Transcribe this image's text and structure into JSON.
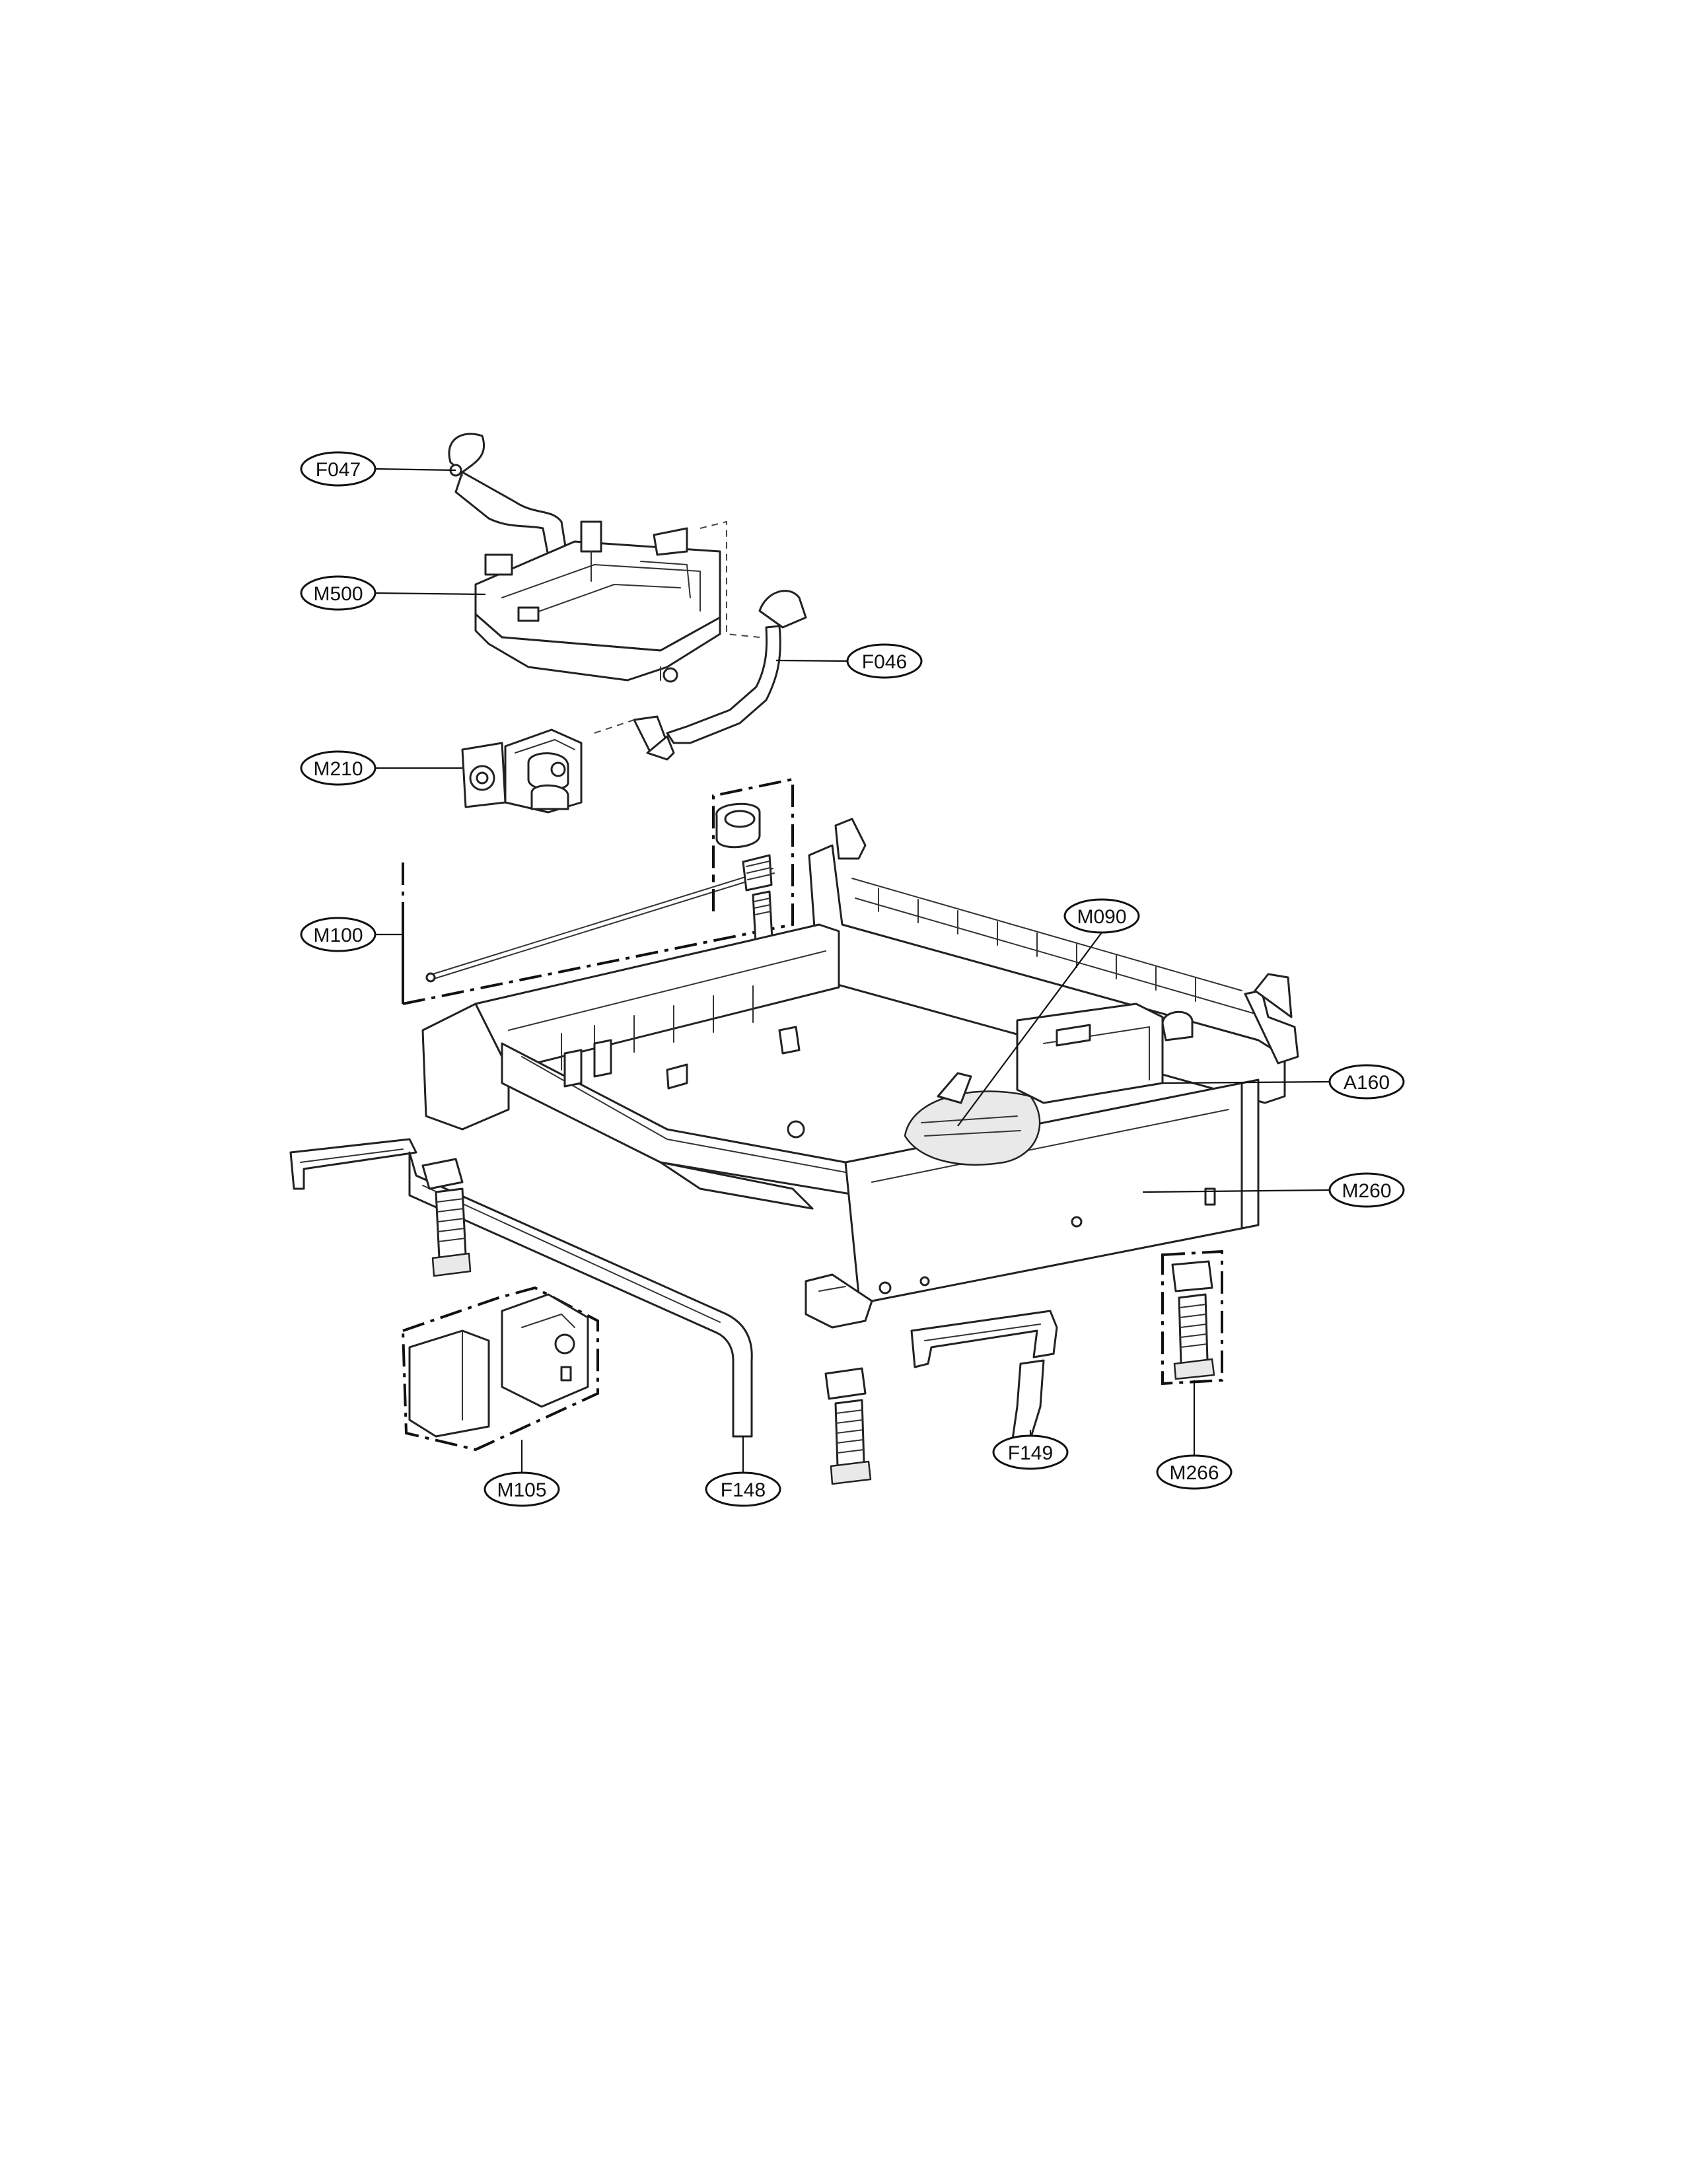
{
  "callouts": [
    {
      "id": "F047",
      "label": "F047"
    },
    {
      "id": "M500",
      "label": "M500"
    },
    {
      "id": "F046",
      "label": "F046"
    },
    {
      "id": "M210",
      "label": "M210"
    },
    {
      "id": "M100",
      "label": "M100"
    },
    {
      "id": "M090",
      "label": "M090"
    },
    {
      "id": "A160",
      "label": "A160"
    },
    {
      "id": "M260",
      "label": "M260"
    },
    {
      "id": "M266",
      "label": "M266"
    },
    {
      "id": "F149",
      "label": "F149"
    },
    {
      "id": "F148",
      "label": "F148"
    },
    {
      "id": "M105",
      "label": "M105"
    }
  ]
}
